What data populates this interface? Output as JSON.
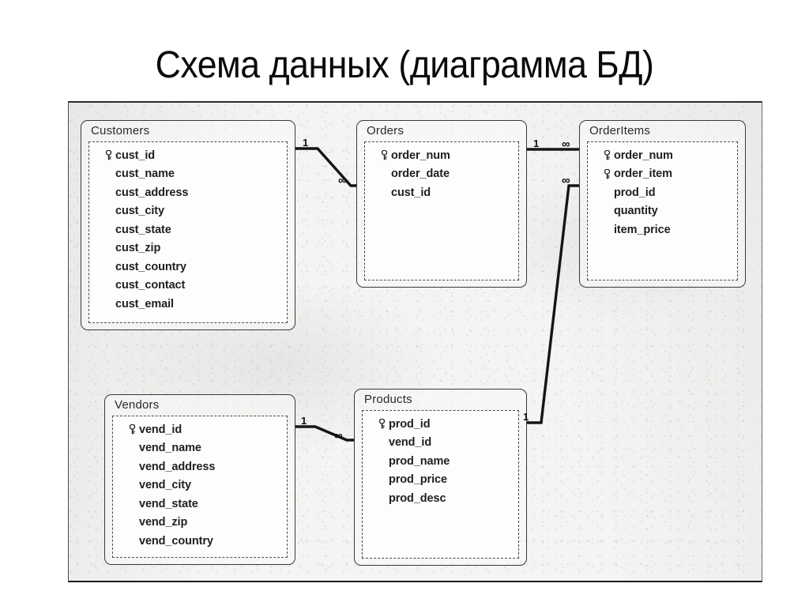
{
  "title": "Схема данных (диаграмма БД)",
  "diagram": {
    "type": "entity-relationship-diagram",
    "key_icon": "primary-key-icon",
    "entities": [
      {
        "name": "Customers",
        "fields": [
          {
            "name": "cust_id",
            "primary_key": true
          },
          {
            "name": "cust_name",
            "primary_key": false
          },
          {
            "name": "cust_address",
            "primary_key": false
          },
          {
            "name": "cust_city",
            "primary_key": false
          },
          {
            "name": "cust_state",
            "primary_key": false
          },
          {
            "name": "cust_zip",
            "primary_key": false
          },
          {
            "name": "cust_country",
            "primary_key": false
          },
          {
            "name": "cust_contact",
            "primary_key": false
          },
          {
            "name": "cust_email",
            "primary_key": false
          }
        ]
      },
      {
        "name": "Orders",
        "fields": [
          {
            "name": "order_num",
            "primary_key": true
          },
          {
            "name": "order_date",
            "primary_key": false
          },
          {
            "name": "cust_id",
            "primary_key": false
          }
        ]
      },
      {
        "name": "OrderItems",
        "fields": [
          {
            "name": "order_num",
            "primary_key": true
          },
          {
            "name": "order_item",
            "primary_key": true
          },
          {
            "name": "prod_id",
            "primary_key": false
          },
          {
            "name": "quantity",
            "primary_key": false
          },
          {
            "name": "item_price",
            "primary_key": false
          }
        ]
      },
      {
        "name": "Vendors",
        "fields": [
          {
            "name": "vend_id",
            "primary_key": true
          },
          {
            "name": "vend_name",
            "primary_key": false
          },
          {
            "name": "vend_address",
            "primary_key": false
          },
          {
            "name": "vend_city",
            "primary_key": false
          },
          {
            "name": "vend_state",
            "primary_key": false
          },
          {
            "name": "vend_zip",
            "primary_key": false
          },
          {
            "name": "vend_country",
            "primary_key": false
          }
        ]
      },
      {
        "name": "Products",
        "fields": [
          {
            "name": "prod_id",
            "primary_key": true
          },
          {
            "name": "vend_id",
            "primary_key": false
          },
          {
            "name": "prod_name",
            "primary_key": false
          },
          {
            "name": "prod_price",
            "primary_key": false
          },
          {
            "name": "prod_desc",
            "primary_key": false
          }
        ]
      }
    ],
    "relationships": [
      {
        "from": "Customers",
        "to": "Orders",
        "from_cardinality": "1",
        "to_cardinality": "∞"
      },
      {
        "from": "Orders",
        "to": "OrderItems",
        "from_cardinality": "1",
        "to_cardinality": "∞"
      },
      {
        "from": "Products",
        "to": "OrderItems",
        "from_cardinality": "1",
        "to_cardinality": "∞"
      },
      {
        "from": "Vendors",
        "to": "Products",
        "from_cardinality": "1",
        "to_cardinality": "∞"
      }
    ]
  },
  "colors": {
    "ink": "#1f1f1f",
    "paper": "#f4f4f2",
    "frame": "#2b2b2b"
  }
}
